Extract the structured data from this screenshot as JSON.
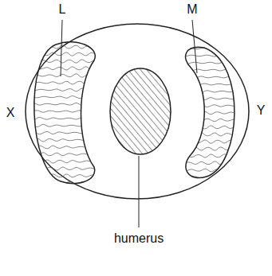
{
  "diagram": {
    "labels": [
      "L",
      "M",
      "X",
      "Y",
      "humerus"
    ]
  }
}
